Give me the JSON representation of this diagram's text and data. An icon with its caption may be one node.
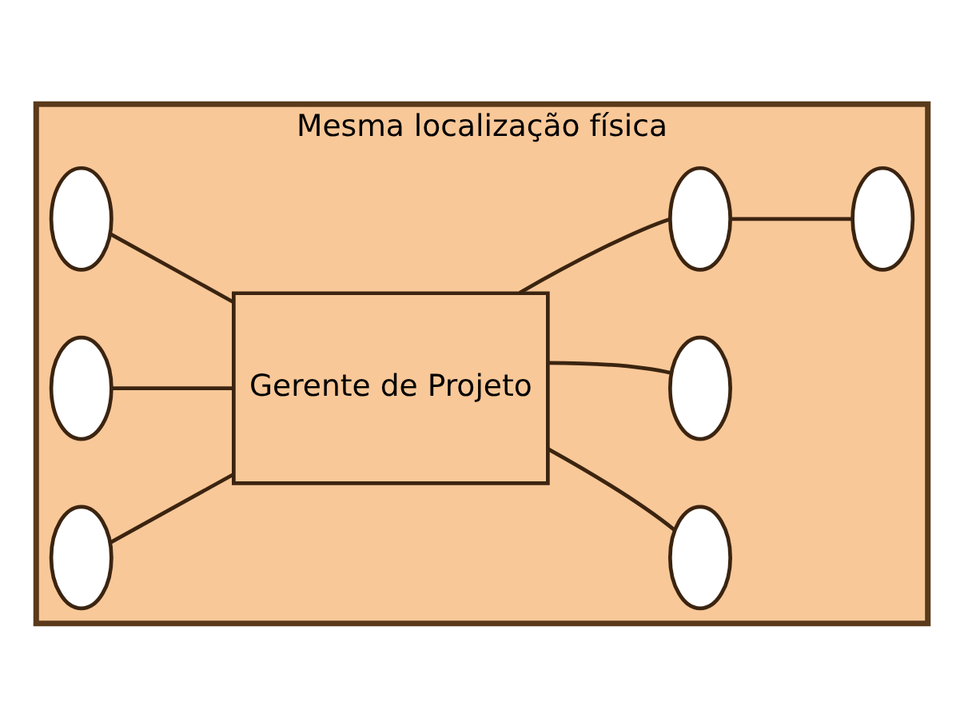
{
  "diagram": {
    "nodes": [
      {
        "text": [
          "Mesma localização física"
        ]
      },
      {
        "text": [],
        "shape": "circle",
        "in": 0
      },
      {
        "text": [],
        "shape": "circle",
        "in": 0
      },
      {
        "text": [],
        "shape": "circle",
        "in": 0
      },
      {
        "text": [
          "Gerente de Projeto"
        ],
        "in": 0
      },
      {
        "text": [],
        "shape": "circle",
        "in": 0
      },
      {
        "text": [],
        "shape": "circle",
        "in": 0
      },
      {
        "text": [],
        "shape": "circle",
        "in": 0
      },
      {
        "text": [],
        "shape": "circle",
        "in": 0
      }
    ],
    "edges": [
      {
        "from": 1,
        "to": 4,
        "arrow": "none"
      },
      {
        "from": 2,
        "to": 4,
        "arrow": "none"
      },
      {
        "from": 3,
        "to": 4,
        "arrow": "none"
      },
      {
        "from": 5,
        "to": 4,
        "arrow": "none"
      },
      {
        "from": 6,
        "to": 4,
        "arrow": "none"
      },
      {
        "from": 6,
        "to": 7,
        "arrow": "none"
      },
      {
        "from": 8,
        "to": 4,
        "arrow": "none"
      }
    ]
  }
}
